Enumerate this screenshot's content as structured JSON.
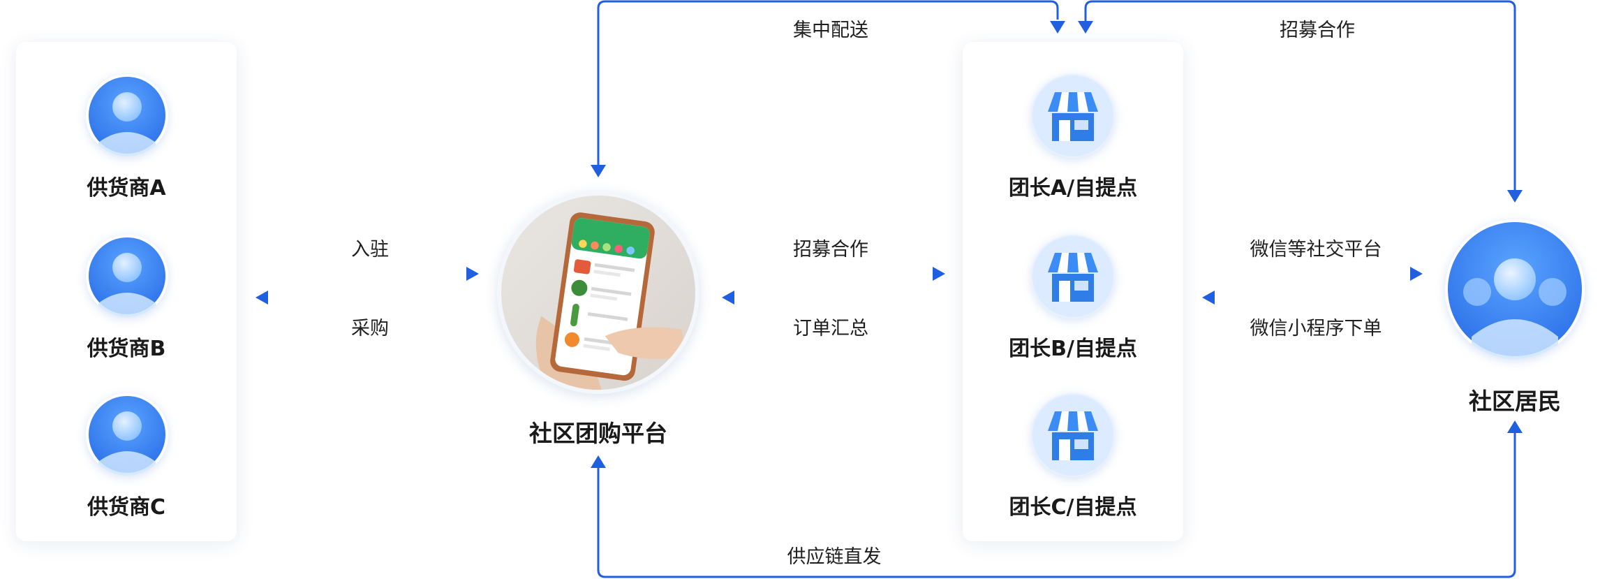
{
  "suppliers": [
    {
      "label": "供货商A"
    },
    {
      "label": "供货商B"
    },
    {
      "label": "供货商C"
    }
  ],
  "platform": {
    "label": "社区团购平台"
  },
  "leaders": [
    {
      "label": "团长A/自提点"
    },
    {
      "label": "团长B/自提点"
    },
    {
      "label": "团长C/自提点"
    }
  ],
  "residents": {
    "label": "社区居民"
  },
  "edges": {
    "settle_in": "入驻",
    "purchase": "采购",
    "recruit_mid": "招募合作",
    "order_summary": "订单汇总",
    "wechat_social": "微信等社交平台",
    "wechat_miniprogram": "微信小程序下单",
    "central_delivery": "集中配送",
    "recruit_top": "招募合作",
    "supply_chain_direct": "供应链直发"
  },
  "colors": {
    "arrow_blue": "#1f5fe0",
    "avatar_blue": "#3a86f2",
    "store_awning": "#3b8cf4"
  },
  "icons": {
    "supplier": "person-avatar-icon",
    "leader": "storefront-icon",
    "residents": "people-group-icon"
  }
}
